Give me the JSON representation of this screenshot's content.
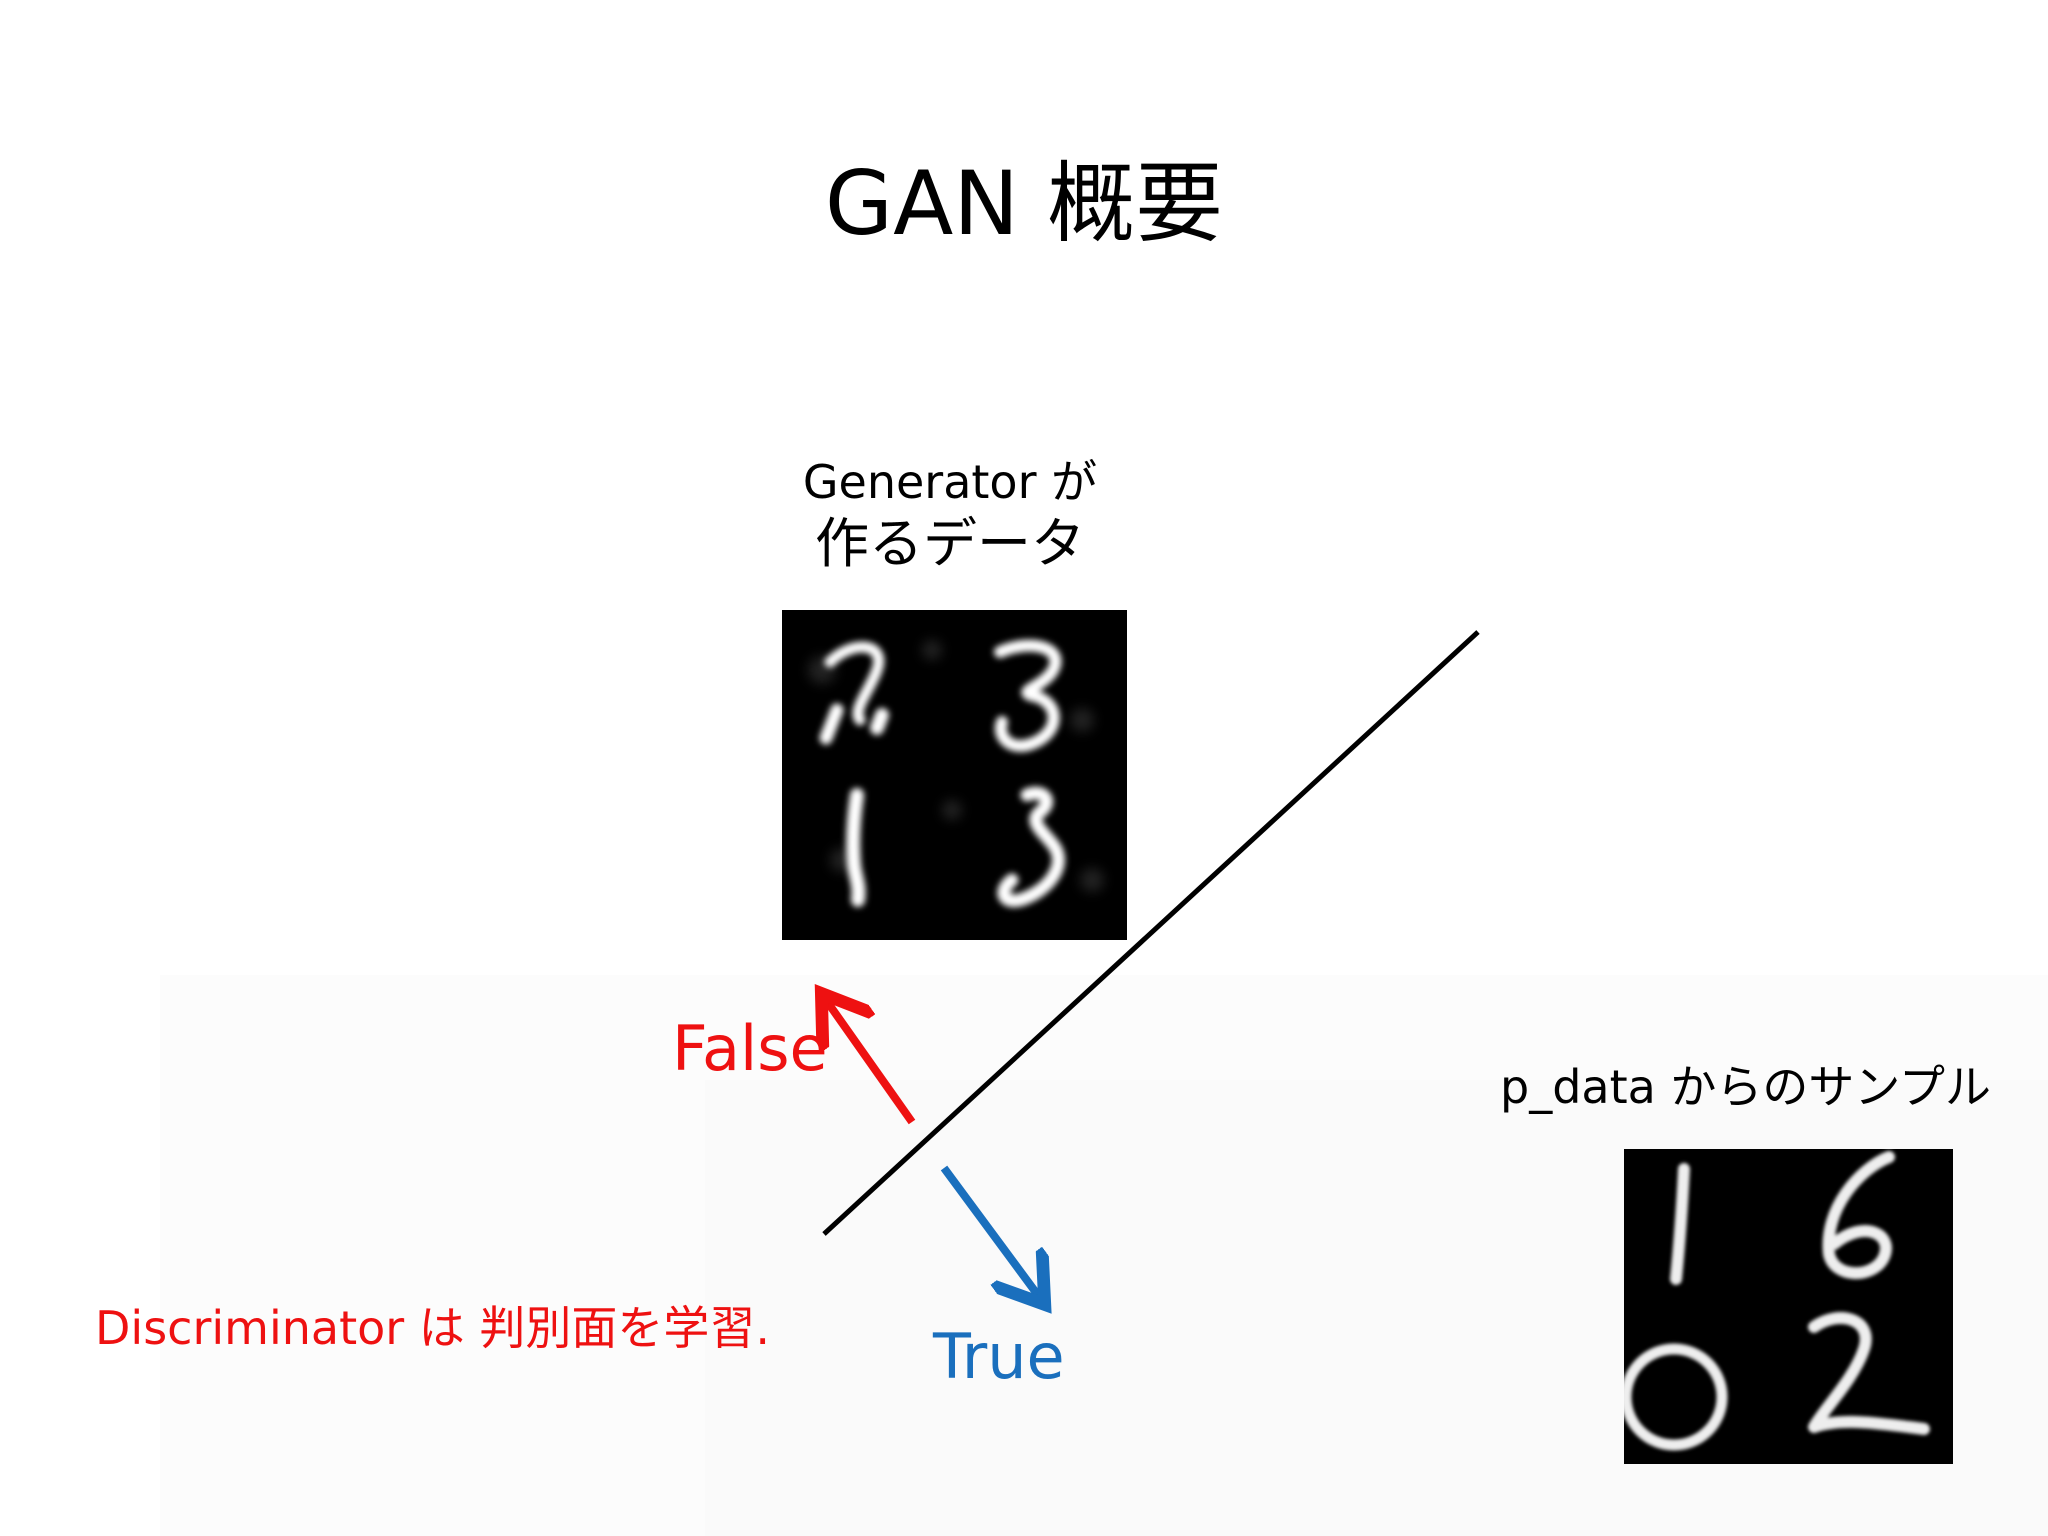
{
  "slide": {
    "title": "GAN 概要"
  },
  "generator_block": {
    "caption_line1": "Generator が",
    "caption_line2": "作るデータ"
  },
  "real_block": {
    "caption": "p_data からのサンプル"
  },
  "labels": {
    "false": "False",
    "true": "True",
    "discriminator": "Discriminator は 判別面を学習."
  },
  "colors": {
    "false_arrow": "#ee1111",
    "true_arrow": "#1a6fbd",
    "boundary": "#000000"
  }
}
